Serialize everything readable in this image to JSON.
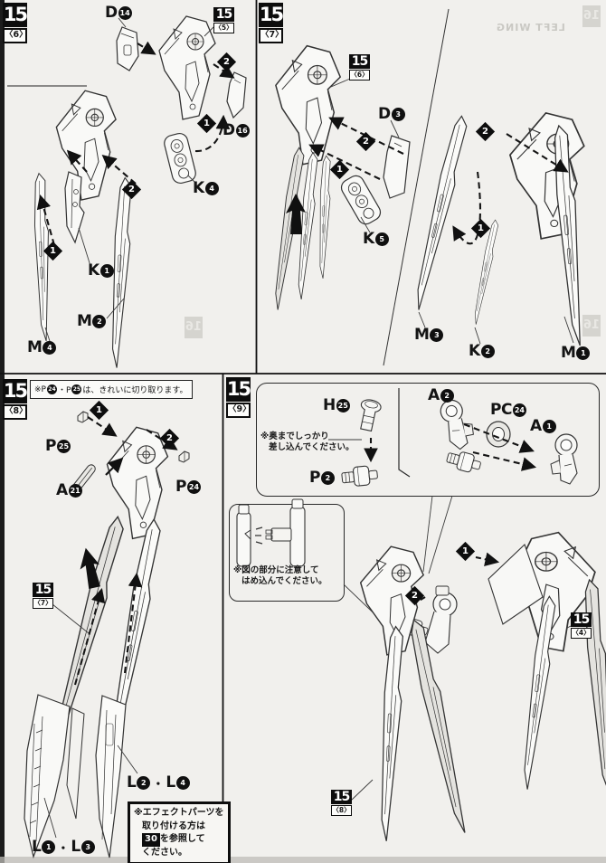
{
  "page": {
    "bg": "#f1f0ed",
    "ink": "#141414",
    "line": "#333333"
  },
  "markers": {
    "one": "1",
    "two": "2"
  },
  "steps": {
    "s6": {
      "num": "15",
      "sub": "〈6〉"
    },
    "s7": {
      "num": "15",
      "sub": "〈7〉"
    },
    "s8": {
      "num": "15",
      "sub": "〈8〉"
    },
    "s9": {
      "num": "15",
      "sub": "〈9〉"
    }
  },
  "callouts": {
    "c5": {
      "num": "15",
      "sub": "〈5〉"
    },
    "c6": {
      "num": "15",
      "sub": "〈6〉"
    },
    "c7": {
      "num": "15",
      "sub": "〈7〉"
    },
    "c4": {
      "num": "15",
      "sub": "〈4〉"
    },
    "c8": {
      "num": "15",
      "sub": "〈8〉"
    }
  },
  "parts": {
    "d14": {
      "letter": "D",
      "num": "14"
    },
    "d16": {
      "letter": "D",
      "num": "16"
    },
    "k4": {
      "letter": "K",
      "num": "4"
    },
    "k1": {
      "letter": "K",
      "num": "1"
    },
    "m2": {
      "letter": "M",
      "num": "2"
    },
    "m4": {
      "letter": "M",
      "num": "4"
    },
    "d3": {
      "letter": "D",
      "num": "3"
    },
    "k5": {
      "letter": "K",
      "num": "5"
    },
    "m3": {
      "letter": "M",
      "num": "3"
    },
    "k2": {
      "letter": "K",
      "num": "2"
    },
    "m1": {
      "letter": "M",
      "num": "1"
    },
    "p25": {
      "letter": "P",
      "num": "25"
    },
    "p24": {
      "letter": "P",
      "num": "24"
    },
    "a21": {
      "letter": "A",
      "num": "21"
    },
    "h25": {
      "letter": "H",
      "num": "25"
    },
    "p2": {
      "letter": "P",
      "num": "2"
    },
    "a2": {
      "letter": "A",
      "num": "2"
    },
    "pc24": {
      "letter": "PC",
      "num": "24"
    },
    "a1": {
      "letter": "A",
      "num": "1"
    },
    "l2": {
      "letter": "L",
      "num": "2"
    },
    "l4": {
      "letter": "L",
      "num": "4"
    },
    "l1": {
      "letter": "L",
      "num": "1"
    },
    "l3": {
      "letter": "L",
      "num": "3"
    },
    "dot": "・"
  },
  "notes": {
    "cut": {
      "p1": "※P",
      "n1": "24",
      "p2": "・P",
      "n2": "25",
      "p3": "は、きれいに切り取ります。"
    },
    "insert": {
      "l1": "※奥までしっかり",
      "l2": "差し込んでください。"
    },
    "fit": {
      "l1": "※図の部分に注意して",
      "l2": "はめ込んでください。"
    },
    "effect": {
      "l1": "※エフェクトパーツを",
      "l2": "取り付ける方は",
      "ref": "30",
      "l3": "を参照して",
      "l4": "ください。"
    }
  },
  "ghost": {
    "wing": "LEFT WING",
    "num": "16"
  }
}
